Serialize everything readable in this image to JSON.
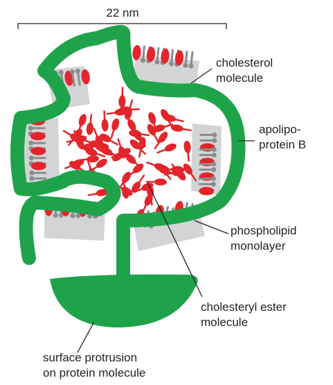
{
  "scale_bar": {
    "text": "22 nm"
  },
  "labels": {
    "cholesterol": [
      "cholesterol",
      "molecule"
    ],
    "apolipoprotein": [
      "apolipo-",
      "protein B"
    ],
    "phospholipid": [
      "phospholipid",
      "monolayer"
    ],
    "cholesteryl_ester": [
      "cholesteryl ester",
      "molecule"
    ],
    "surface_protrusion": [
      "surface protrusion",
      "on protein molecule"
    ]
  },
  "colors": {
    "protein": "#1fa34a",
    "lipid_head": "#e2262b",
    "lipid_tail": "#8a8c8e",
    "monolayer_band": "#d3d4d5",
    "line": "#231f20"
  }
}
